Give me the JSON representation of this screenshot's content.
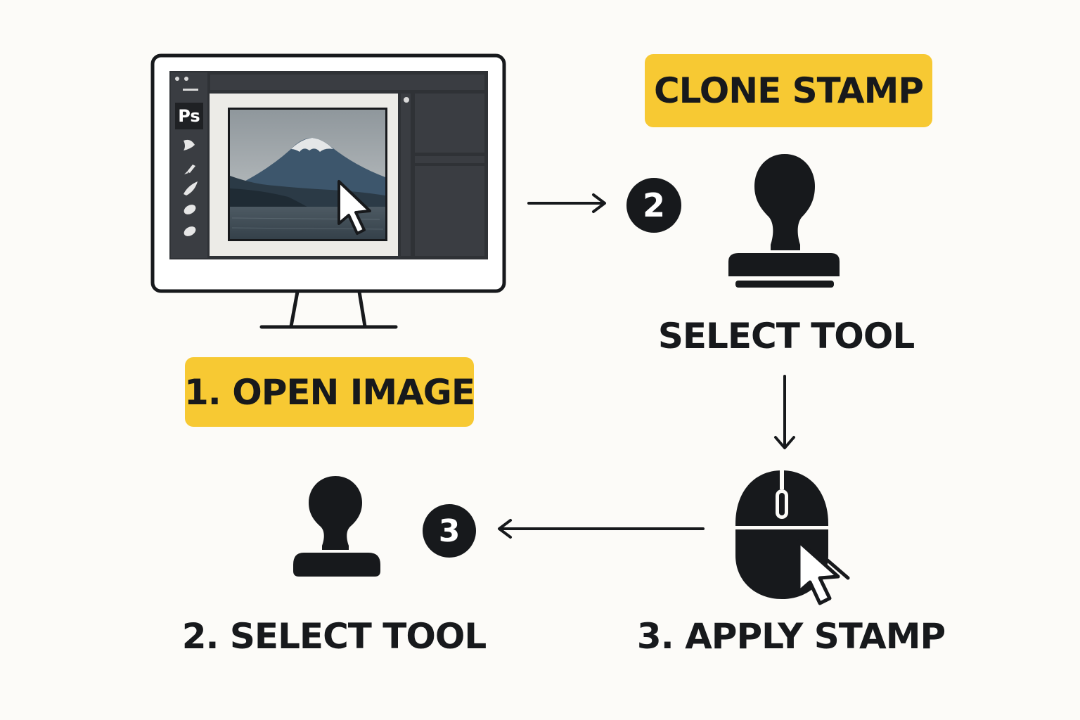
{
  "app": {
    "icon_text": "Ps"
  },
  "labels": {
    "clone_stamp": "CLONE STAMP",
    "select_tool_top": "SELECT TOOL",
    "open_image": "1. OPEN IMAGE",
    "select_tool_bottom": "2. SELECT TOOL",
    "apply_stamp": "3. APPLY STAMP"
  },
  "badges": {
    "step2": "2",
    "step3": "3"
  },
  "colors": {
    "accent_yellow": "#f7c933",
    "ink": "#17191c",
    "background": "#fcfbf8",
    "editor_dark": "#2f3236"
  },
  "icons": {
    "monitor": "monitor-icon",
    "stamp": "stamp-icon",
    "mouse": "mouse-icon",
    "cursor": "cursor-arrow-icon",
    "arrow": "arrow-icon"
  }
}
